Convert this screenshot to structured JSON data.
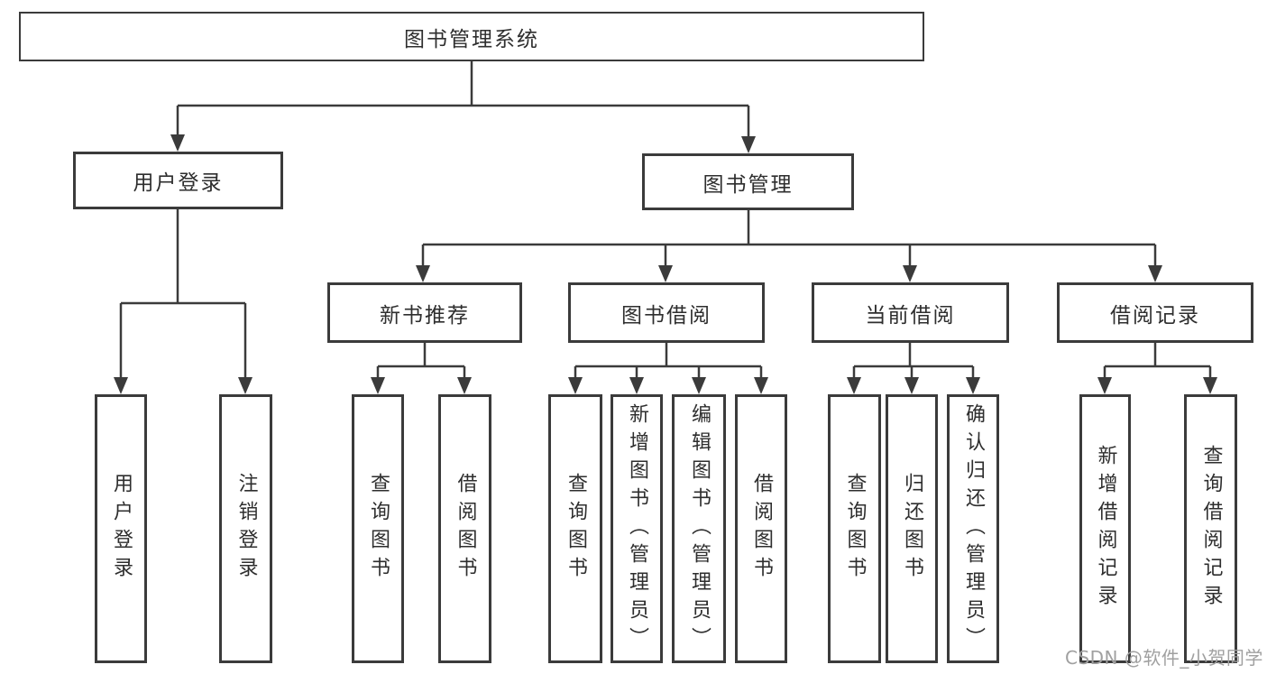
{
  "nodes": {
    "root": {
      "label": "图书管理系统"
    },
    "user_login": {
      "label": "用户登录"
    },
    "book_mgmt": {
      "label": "图书管理"
    },
    "new_book_rec": {
      "label": "新书推荐"
    },
    "book_borrow": {
      "label": "图书借阅"
    },
    "current_borrow": {
      "label": "当前借阅"
    },
    "borrow_records": {
      "label": "借阅记录"
    },
    "leaf_user_login": {
      "label": "用户登录"
    },
    "leaf_logout": {
      "label": "注销登录"
    },
    "leaf_rec_query_book": {
      "label": "查询图书"
    },
    "leaf_rec_borrow_book": {
      "label": "借阅图书"
    },
    "leaf_bb_query_book": {
      "label": "查询图书"
    },
    "leaf_bb_add_book": {
      "label": "新增图书（管理员）"
    },
    "leaf_bb_edit_book": {
      "label": "编辑图书（管理员）"
    },
    "leaf_bb_borrow_book": {
      "label": "借阅图书"
    },
    "leaf_cb_query_book": {
      "label": "查询图书"
    },
    "leaf_cb_return_book": {
      "label": "归还图书"
    },
    "leaf_cb_confirm_return": {
      "label": "确认归还（管理员）"
    },
    "leaf_br_add_record": {
      "label": "新增借阅记录"
    },
    "leaf_br_query_record": {
      "label": "查询借阅记录"
    }
  },
  "hierarchy": {
    "图书管理系统": [
      "用户登录",
      "图书管理"
    ],
    "用户登录": [
      "用户登录",
      "注销登录"
    ],
    "图书管理": [
      "新书推荐",
      "图书借阅",
      "当前借阅",
      "借阅记录"
    ],
    "新书推荐": [
      "查询图书",
      "借阅图书"
    ],
    "图书借阅": [
      "查询图书",
      "新增图书（管理员）",
      "编辑图书（管理员）",
      "借阅图书"
    ],
    "当前借阅": [
      "查询图书",
      "归还图书",
      "确认归还（管理员）"
    ],
    "借阅记录": [
      "新增借阅记录",
      "查询借阅记录"
    ]
  },
  "watermark": {
    "text": "CSDN @软件_小贺同学"
  },
  "colors": {
    "line": "#3b3b3b",
    "text": "#2e2e2e",
    "background": "#ffffff",
    "watermark": "#a0a0a0"
  }
}
